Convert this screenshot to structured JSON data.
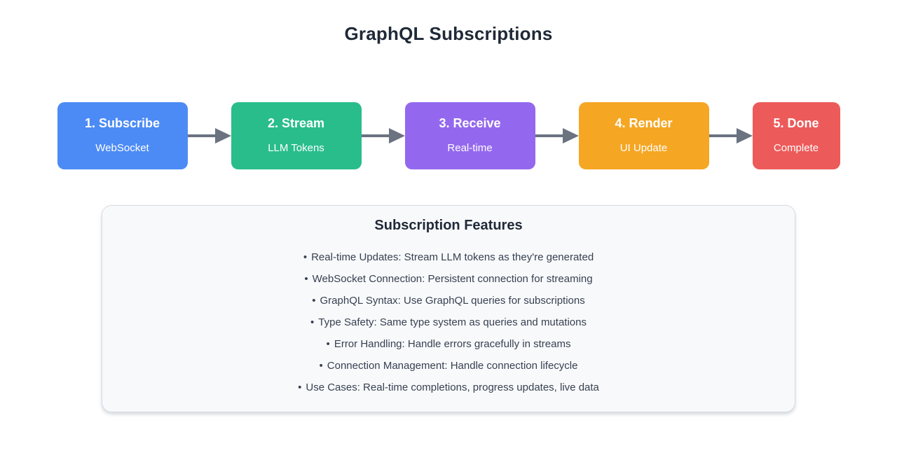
{
  "page": {
    "title": "GraphQL Subscriptions"
  },
  "flow": {
    "arrow_color": "#6b7280",
    "steps": [
      {
        "label": "1. Subscribe",
        "sublabel": "WebSocket",
        "color": "#4c8bf5"
      },
      {
        "label": "2. Stream",
        "sublabel": "LLM Tokens",
        "color": "#29bd8c"
      },
      {
        "label": "3. Receive",
        "sublabel": "Real-time",
        "color": "#9468ee"
      },
      {
        "label": "4. Render",
        "sublabel": "UI Update",
        "color": "#f5a623"
      },
      {
        "label": "5. Done",
        "sublabel": "Complete",
        "color": "#ed5a5a"
      }
    ]
  },
  "features_panel": {
    "title": "Subscription Features",
    "bullet": "•",
    "items": [
      "Real-time Updates: Stream LLM tokens as they're generated",
      "WebSocket Connection: Persistent connection for streaming",
      "GraphQL Syntax: Use GraphQL queries for subscriptions",
      "Type Safety: Same type system as queries and mutations",
      "Error Handling: Handle errors gracefully in streams",
      "Connection Management: Handle connection lifecycle",
      "Use Cases: Real-time completions, progress updates, live data"
    ]
  }
}
